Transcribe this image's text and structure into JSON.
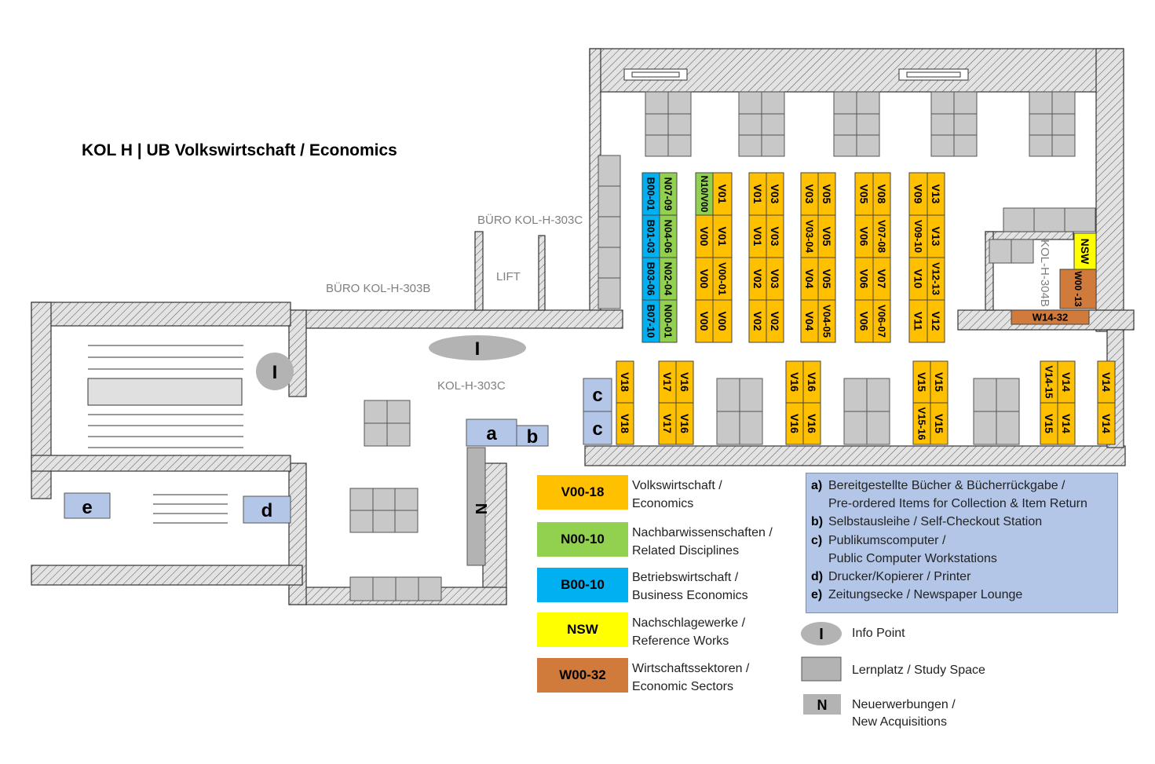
{
  "title": "KOL H | UB Volkswirtschaft / Economics",
  "colors": {
    "economics": "#ffc000",
    "related": "#92d050",
    "business": "#00b0f0",
    "reference": "#ffff00",
    "sectors": "#d07a3c",
    "service": "#b4c6e7",
    "study_space": "#c8c8c8",
    "wall": "#d9d9d9"
  },
  "rooms": {
    "buero_303c": "BÜRO KOL-H-303C",
    "buero_303b": "BÜRO KOL-H-303B",
    "lift": "LIFT",
    "room_303c": "KOL-H-303C",
    "room_304b": "KOL-H-304B"
  },
  "markers": {
    "info": "I",
    "new_acq": "N",
    "a": "a",
    "b": "b",
    "c": "c",
    "d": "d",
    "e": "e"
  },
  "shelves": {
    "b_col": [
      "B00-01",
      "B01-03",
      "B03-06",
      "B07-10"
    ],
    "n_col": [
      "N07-09",
      "N04-06",
      "N02-04",
      "N00-01"
    ],
    "c1": [
      "N10/V00",
      "V00",
      "V00",
      "V00"
    ],
    "c2": [
      "V01",
      "V01",
      "V00-01",
      "V00"
    ],
    "c3": [
      "V01",
      "V01",
      "V02",
      "V02"
    ],
    "c4": [
      "V03",
      "V03",
      "V03",
      "V02"
    ],
    "c5": [
      "V03",
      "V03-04",
      "V04",
      "V04"
    ],
    "c6": [
      "V05",
      "V05",
      "V05",
      "V04-05"
    ],
    "c7": [
      "V05",
      "V06",
      "V06",
      "V06"
    ],
    "c8": [
      "V08",
      "V07-08",
      "V07",
      "V06-07"
    ],
    "c9": [
      "V09",
      "V09-10",
      "V10",
      "V11"
    ],
    "c10": [
      "V13",
      "V13",
      "V12-13",
      "V12"
    ],
    "nsw": "NSW",
    "w_small": "W00 -13",
    "w_long": "W14-32",
    "b1": [
      "V18",
      "V18"
    ],
    "b2": [
      "V17",
      "V17"
    ],
    "b3": [
      "V16",
      "V16"
    ],
    "b4": [
      "V16",
      "V16"
    ],
    "b5": [
      "V16",
      "V16"
    ],
    "b6": [
      "V15",
      "V15-16"
    ],
    "b7": [
      "V15",
      "V15"
    ],
    "b8": [
      "V14-15",
      "V15"
    ],
    "b9": [
      "V14",
      "V14"
    ],
    "b10": [
      "V14",
      "V14"
    ]
  },
  "legend": {
    "categories": [
      {
        "code": "V00-18",
        "line1": "Volkswirtschaft /",
        "line2": "Economics"
      },
      {
        "code": "N00-10",
        "line1": "Nachbarwissenschaften /",
        "line2": "Related Disciplines"
      },
      {
        "code": "B00-10",
        "line1": "Betriebswirtschaft /",
        "line2": "Business Economics"
      },
      {
        "code": "NSW",
        "line1": "Nachschlagewerke /",
        "line2": "Reference Works"
      },
      {
        "code": "W00-32",
        "line1": "Wirtschaftssektoren /",
        "line2": "Economic Sectors"
      }
    ],
    "services": [
      {
        "key": "a)",
        "line1": "Bereitgestellte Bücher & Bücherrückgabe /",
        "line2": "Pre-ordered Items for Collection & Item Return"
      },
      {
        "key": "b)",
        "line1": "Selbstausleihe / Self-Checkout Station",
        "line2": ""
      },
      {
        "key": "c)",
        "line1": "Publikumscomputer /",
        "line2": "Public Computer Workstations"
      },
      {
        "key": "d)",
        "line1": "Drucker/Kopierer / Printer",
        "line2": ""
      },
      {
        "key": "e)",
        "line1": "Zeitungsecke / Newspaper Lounge",
        "line2": ""
      }
    ],
    "keys": {
      "info_symbol": "I",
      "info_label": "Info Point",
      "study_label": "Lernplatz / Study Space",
      "new_symbol": "N",
      "new_line1": "Neuerwerbungen /",
      "new_line2": "New Acquisitions"
    }
  }
}
